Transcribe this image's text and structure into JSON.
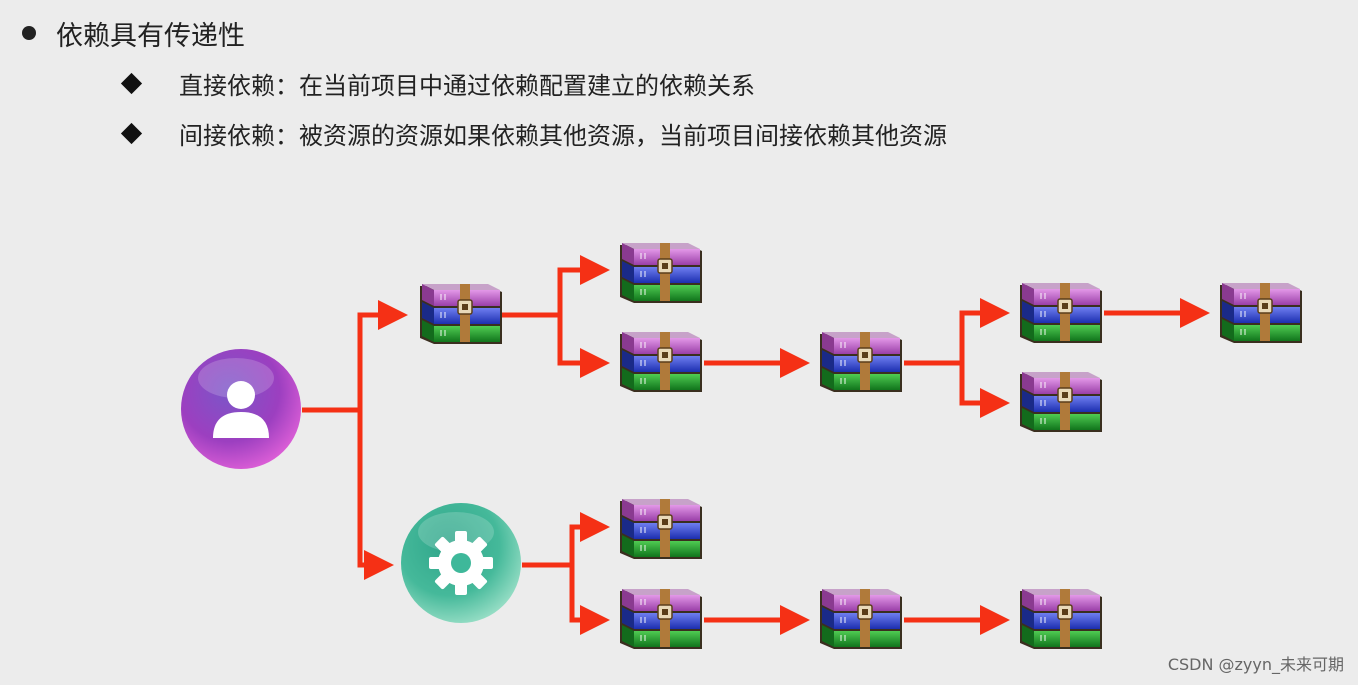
{
  "heading": "依赖具有传递性",
  "bullets": [
    "直接依赖：在当前项目中通过依赖配置建立的依赖关系",
    "间接依赖：被资源的资源如果依赖其他资源，当前项目间接依赖其他资源"
  ],
  "watermark": "CSDN @zyyn_未来可期",
  "colors": {
    "arrow": "#f53015",
    "project_node": "#c53cc8",
    "plugin_node": "#3eb89a"
  },
  "icons": {
    "project": "user-icon",
    "plugin": "gear-icon",
    "library": "archive-icon"
  }
}
